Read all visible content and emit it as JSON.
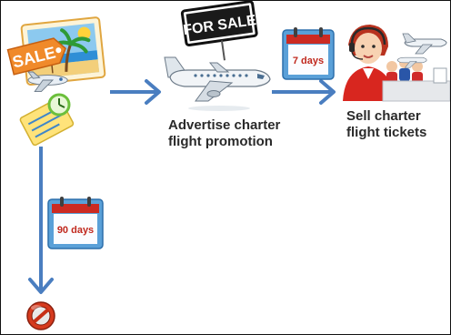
{
  "steps": {
    "sale": {
      "badge": "SALE"
    },
    "advertise": {
      "sign": "FOR SALE",
      "caption": "Advertise charter\nflight promotion"
    },
    "sell": {
      "caption": "Sell charter\nflight tickets"
    },
    "cancel": {
      "icon": "no-entry-icon"
    }
  },
  "timers": {
    "to_sell": "7 days",
    "to_cancel": "90 days"
  },
  "colors": {
    "arrow": "#4a7ec0",
    "calendar_body": "#5aa0d8",
    "calendar_top": "#cc2a22",
    "calendar_text": "#c0281e",
    "sale_tag": "#f08a2a",
    "stop_icon": "#d63a1e"
  }
}
